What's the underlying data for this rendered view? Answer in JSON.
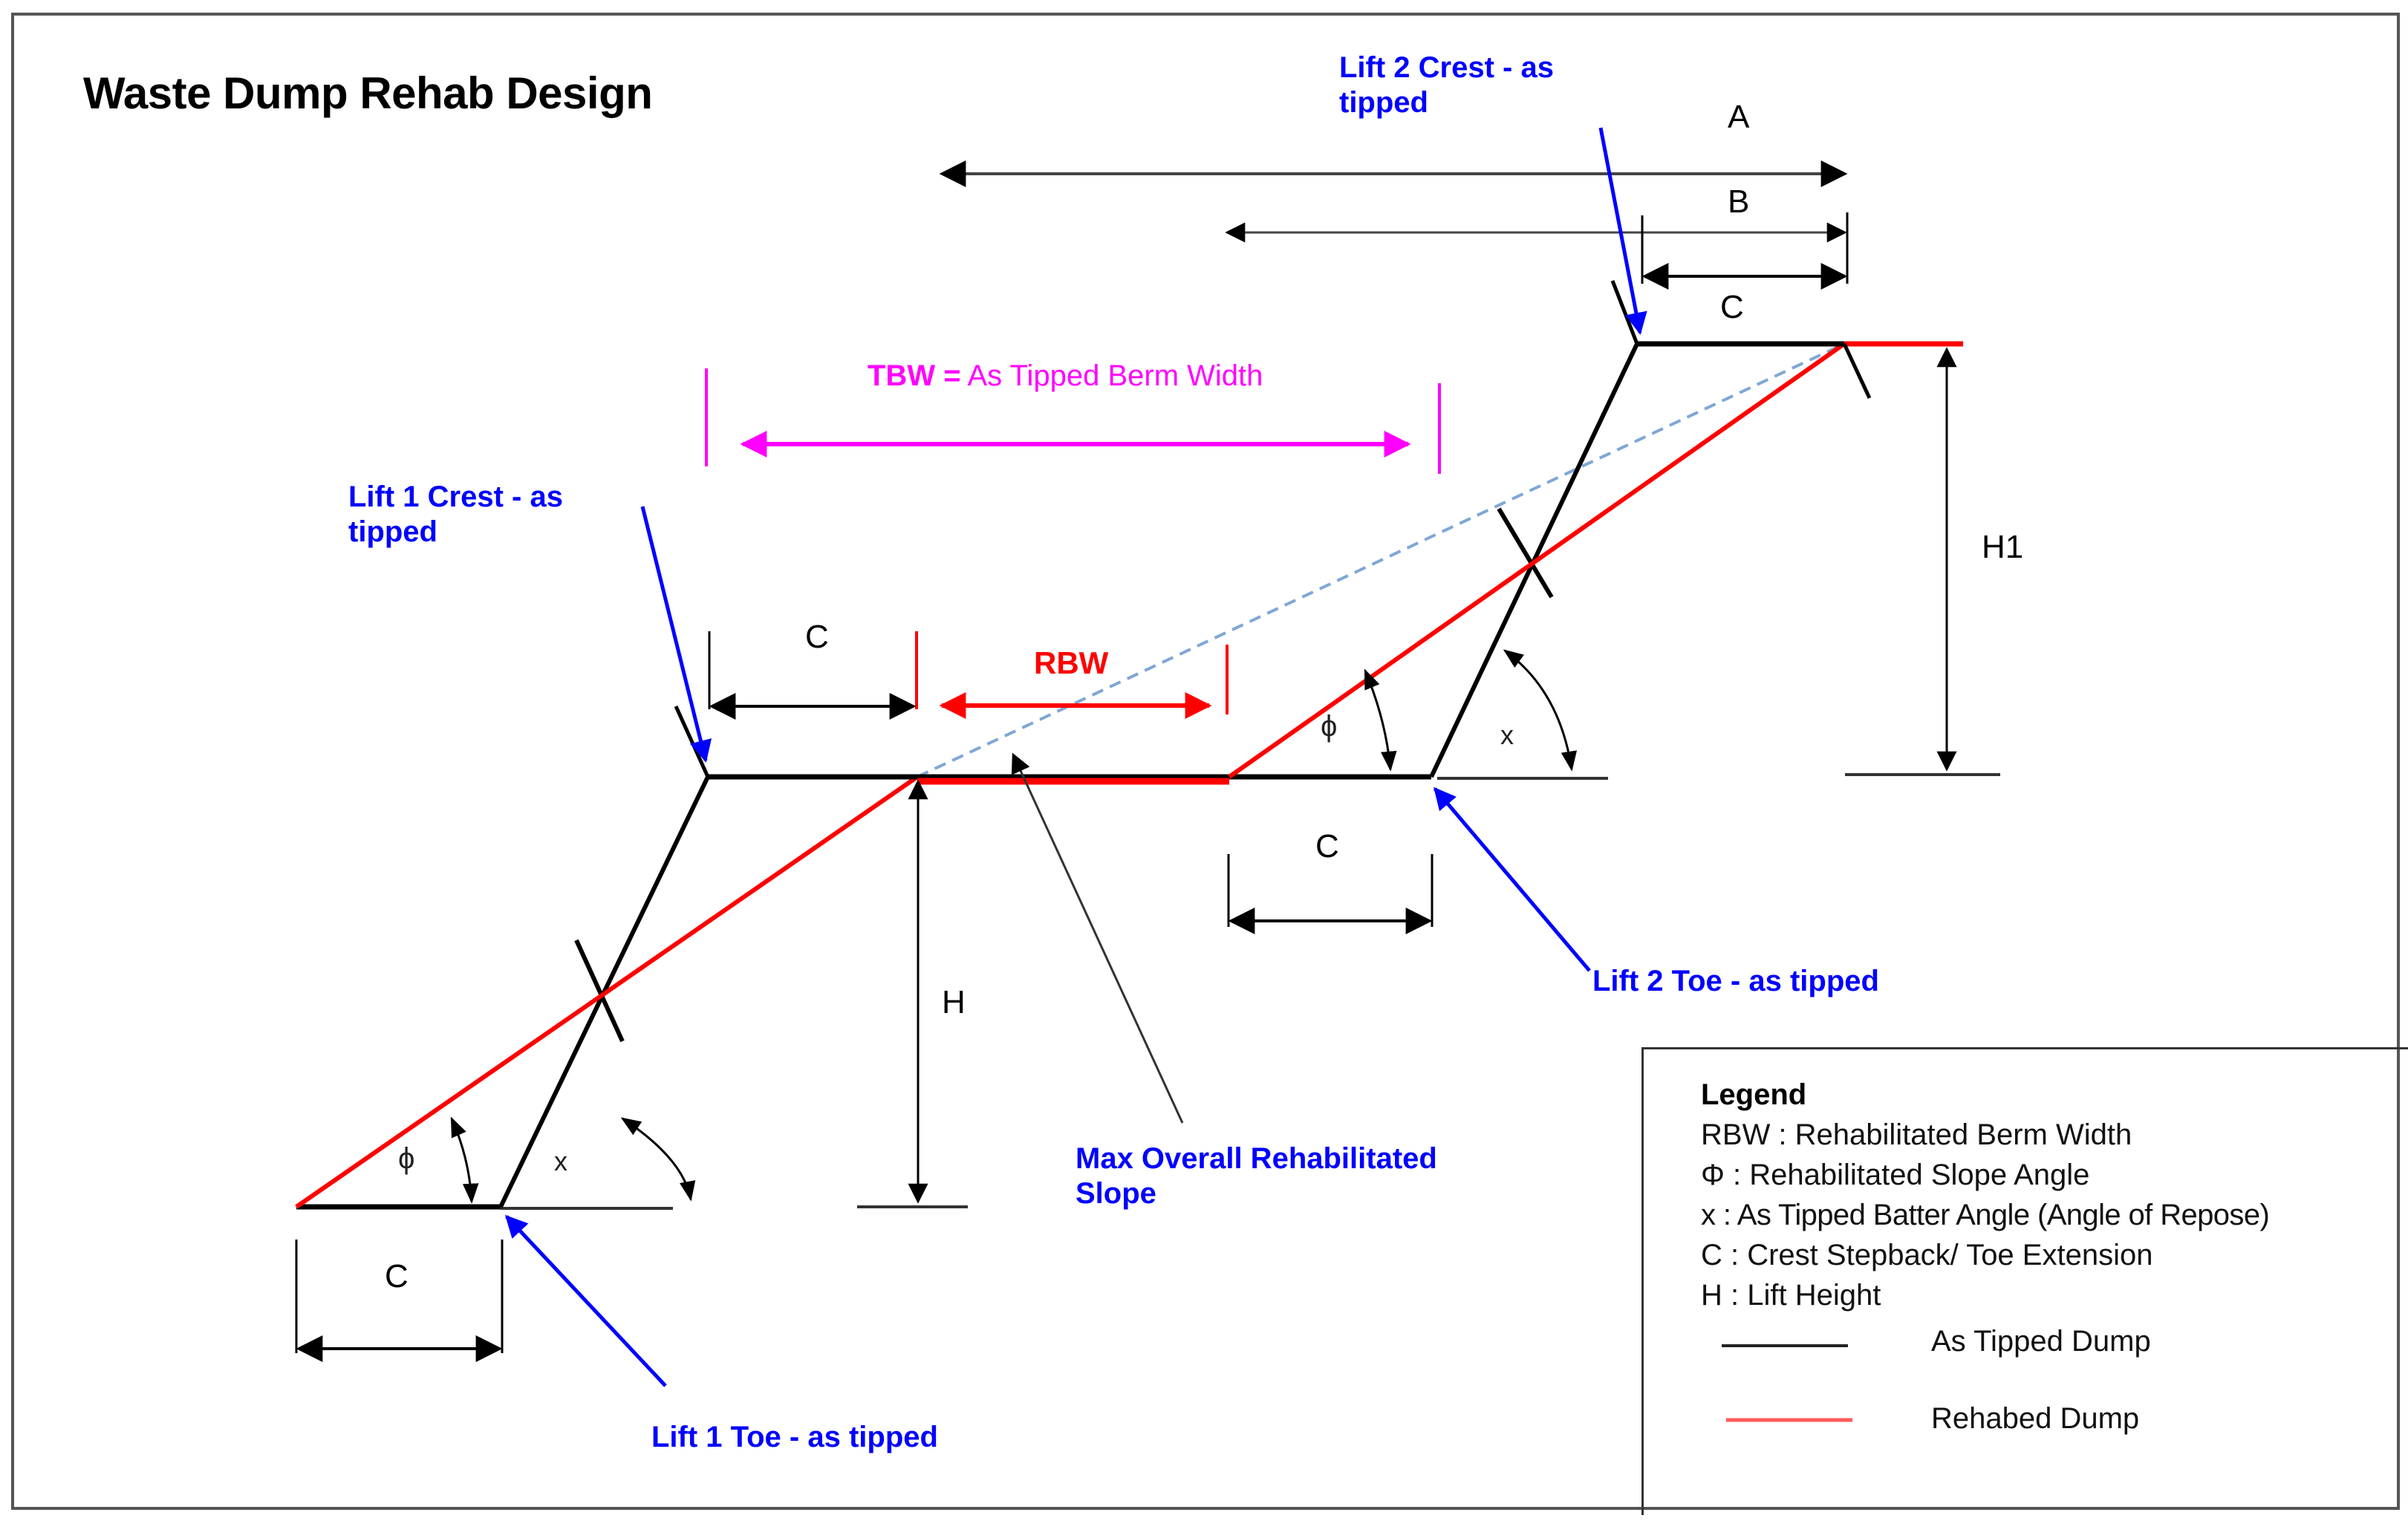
{
  "title": "Waste Dump Rehab Design",
  "dimensions": {
    "a_label": "A",
    "b_label": "B",
    "c_label": "C",
    "h_label": "H",
    "h1_label": "H1",
    "rbw_label": "RBW",
    "tbw_abbr": "TBW =",
    "tbw_text": " As Tipped Berm Width"
  },
  "angles": {
    "phi_symbol": "ϕ",
    "x_symbol": "x"
  },
  "callouts": {
    "lift2_crest": [
      "Lift 2 Crest - as",
      "tipped"
    ],
    "lift1_crest": [
      "Lift 1 Crest - as",
      "tipped"
    ],
    "lift1_toe": "Lift 1 Toe - as tipped",
    "lift2_toe": "Lift 2 Toe - as tipped",
    "max_slope": [
      "Max Overall Rehabilitated",
      "Slope"
    ]
  },
  "legend": {
    "title": "Legend",
    "items": [
      "RBW : Rehabilitated  Berm Width",
      "Φ : Rehabilitated  Slope Angle",
      "x : As Tipped Batter Angle (Angle of Repose)",
      "C : Crest Stepback/ Toe Extension",
      "H : Lift Height"
    ],
    "lines": [
      {
        "label": "As Tipped Dump",
        "color": "#000000"
      },
      {
        "label": "Rehabed Dump",
        "color": "#ff5a5a"
      }
    ]
  },
  "colors": {
    "as_tipped": "#000000",
    "rehabed": "#ff0000",
    "callout": "#0000ff",
    "tbw": "#ff00ff",
    "overall_slope_dashed": "#7fa7d6"
  }
}
